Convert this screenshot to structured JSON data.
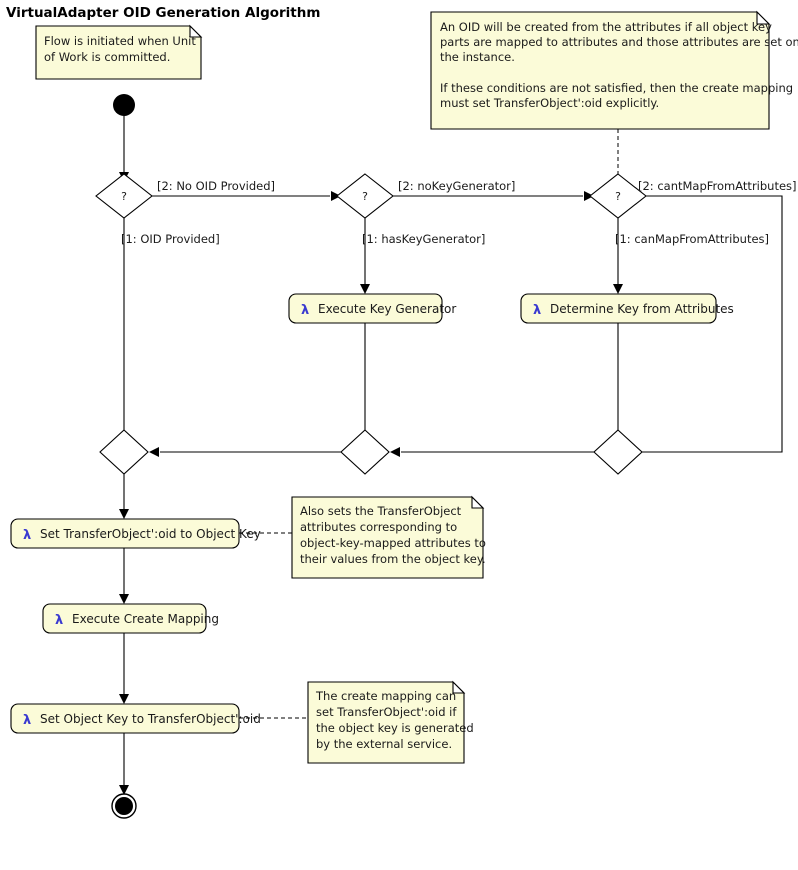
{
  "diagram": {
    "title": "VirtualAdapter OID Generation Algorithm",
    "type": "uml-activity-diagram",
    "colors": {
      "note_fill": "#fbfbd8",
      "action_fill": "#fbfbd8",
      "stroke": "#000000",
      "lambda": "#3a3ad0",
      "background": "#ffffff"
    },
    "notes": [
      {
        "id": "note-start",
        "lines": [
          "Flow is initiated when Unit",
          "of Work is committed."
        ]
      },
      {
        "id": "note-oid-attributes",
        "lines": [
          "An OID will be created from the attributes if all object key",
          "parts are mapped to attributes and those attributes are set on",
          "the instance.",
          "",
          "If these conditions are not satisfied, then the create mapping",
          "must set TransferObject':oid explicitly."
        ]
      },
      {
        "id": "note-also-sets",
        "lines": [
          "Also sets the TransferObject",
          "attributes corresponding to",
          "object-key-mapped attributes to",
          "their values from the object key."
        ]
      },
      {
        "id": "note-create-mapping",
        "lines": [
          "The create mapping can",
          "set TransferObject':oid if",
          "the object key is generated",
          "by the external service."
        ]
      }
    ],
    "decisions": [
      {
        "id": "decision-oid-provided",
        "label": "?"
      },
      {
        "id": "decision-key-generator",
        "label": "?"
      },
      {
        "id": "decision-map-from-attributes",
        "label": "?"
      }
    ],
    "merges": [
      {
        "id": "merge-1"
      },
      {
        "id": "merge-2"
      },
      {
        "id": "merge-3"
      }
    ],
    "guards": [
      {
        "id": "guard-no-oid-provided",
        "text": "[2: No OID Provided]"
      },
      {
        "id": "guard-oid-provided",
        "text": "[1: OID Provided]"
      },
      {
        "id": "guard-no-key-generator",
        "text": "[2: noKeyGenerator]"
      },
      {
        "id": "guard-has-key-generator",
        "text": "[1: hasKeyGenerator]"
      },
      {
        "id": "guard-cant-map-from-attributes",
        "text": "[2: cantMapFromAttributes]"
      },
      {
        "id": "guard-can-map-from-attributes",
        "text": "[1: canMapFromAttributes]"
      }
    ],
    "actions": [
      {
        "id": "action-execute-key-generator",
        "icon": "lambda-icon",
        "icon_glyph": "λ",
        "label": "Execute Key Generator"
      },
      {
        "id": "action-determine-key-from-attributes",
        "icon": "lambda-icon",
        "icon_glyph": "λ",
        "label": "Determine Key from Attributes"
      },
      {
        "id": "action-set-transferobject-oid",
        "icon": "lambda-icon",
        "icon_glyph": "λ",
        "label": "Set TransferObject':oid to Object Key"
      },
      {
        "id": "action-execute-create-mapping",
        "icon": "lambda-icon",
        "icon_glyph": "λ",
        "label": "Execute Create Mapping"
      },
      {
        "id": "action-set-object-key",
        "icon": "lambda-icon",
        "icon_glyph": "λ",
        "label": "Set Object Key to TransferObject':oid"
      }
    ],
    "nodes": [
      {
        "id": "initial-node",
        "kind": "initial"
      },
      {
        "id": "final-node",
        "kind": "final"
      }
    ]
  }
}
